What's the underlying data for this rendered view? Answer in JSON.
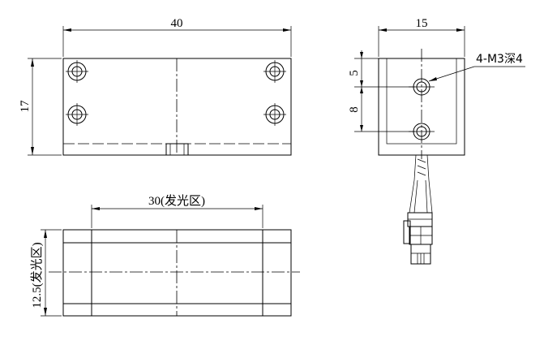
{
  "dimensions": {
    "front_width": "40",
    "front_height": "17",
    "side_width": "15",
    "hole_offset_top": "5",
    "hole_spacing": "8",
    "emit_length": "30(发光区)",
    "emit_width": "12.5(发光区)"
  },
  "callouts": {
    "thread_holes": "4-M3深4"
  },
  "colors": {
    "line": "#000000",
    "background": "#ffffff"
  }
}
